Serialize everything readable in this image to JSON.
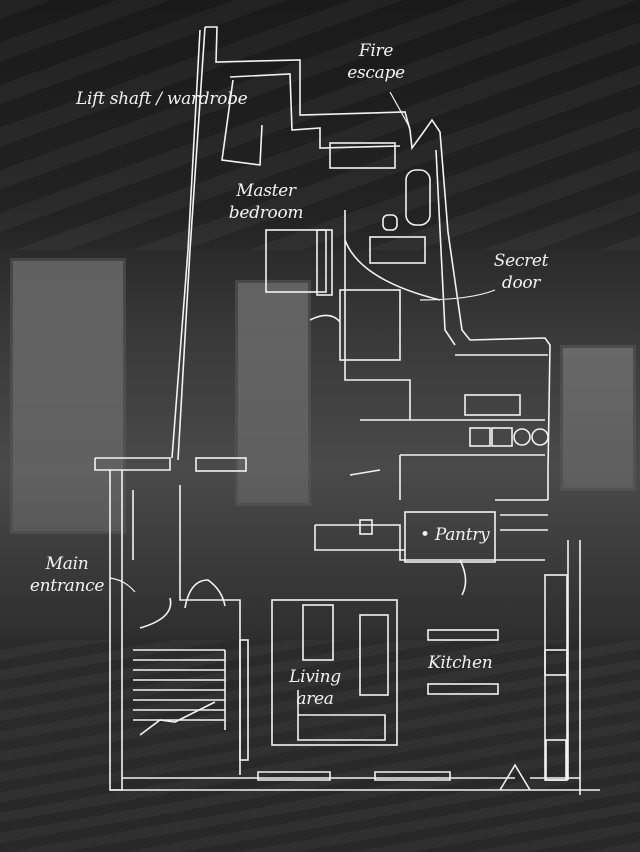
{
  "labels": {
    "lift_shaft": "Lift shaft / wardrobe",
    "fire_escape_1": "Fire",
    "fire_escape_2": "escape",
    "master_1": "Master",
    "master_2": "bedroom",
    "secret_1": "Secret",
    "secret_2": "door",
    "pantry": "Pantry",
    "entrance_1": "Main",
    "entrance_2": "entrance",
    "living_1": "Living",
    "living_2": "area",
    "kitchen": "Kitchen"
  },
  "colors": {
    "line": "#f2f2f2",
    "background": "#2a2a2a"
  }
}
